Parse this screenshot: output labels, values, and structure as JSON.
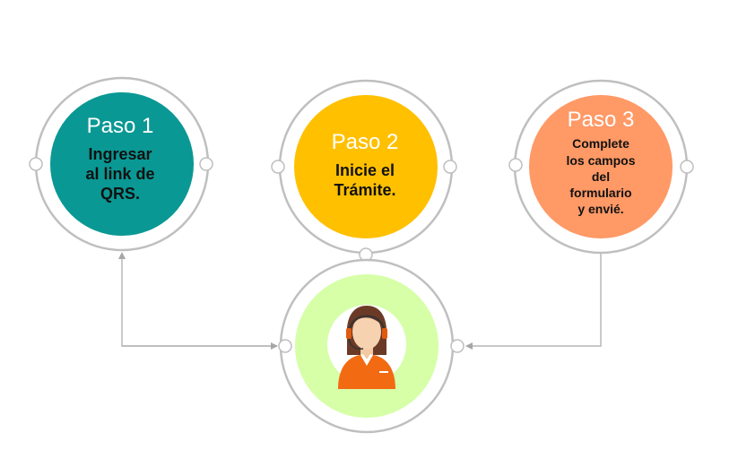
{
  "steps": [
    {
      "title": "Paso 1",
      "lines": [
        "Ingresar",
        "al link de",
        "QRS."
      ]
    },
    {
      "title": "Paso 2",
      "lines": [
        "Inicie el",
        "Trámite."
      ]
    },
    {
      "title": "Paso 3",
      "lines": [
        "Complete",
        "los campos",
        "del",
        "formulario",
        "y envié."
      ]
    }
  ],
  "colors": {
    "step1": "#0a9894",
    "step2": "#ffc000",
    "step3": "#ff9966",
    "center": "#d6ffa8",
    "ring": "#bfbfbf",
    "connector": "#a6a6a6",
    "agent_shirt": "#f26a12"
  },
  "icons": {
    "center": "agent-headset-icon"
  }
}
